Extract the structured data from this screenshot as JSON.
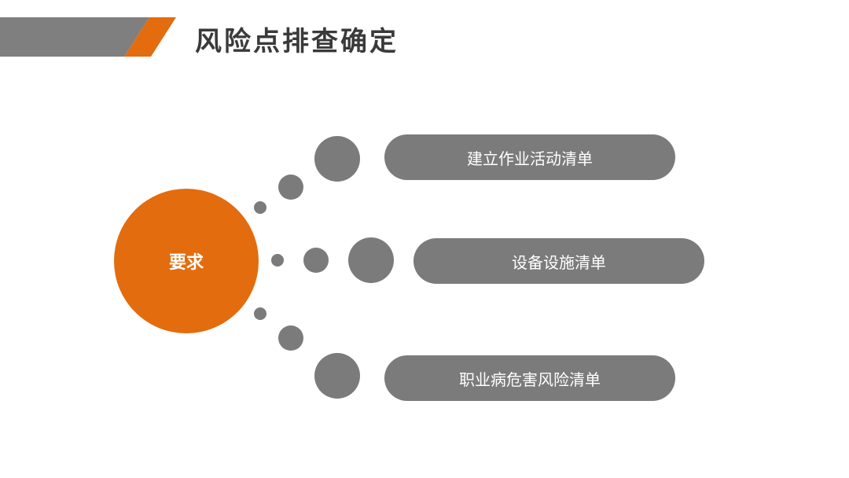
{
  "title": "风险点排查确定",
  "hub": {
    "label": "要求"
  },
  "items": [
    {
      "label": "建立作业活动清单"
    },
    {
      "label": "设备设施清单"
    },
    {
      "label": "职业病危害风险清单"
    }
  ],
  "colors": {
    "accent": "#e36c0e",
    "gray": "#7b7b7b",
    "title": "#3a3a3a",
    "header_gray": "#7f7f7f"
  }
}
